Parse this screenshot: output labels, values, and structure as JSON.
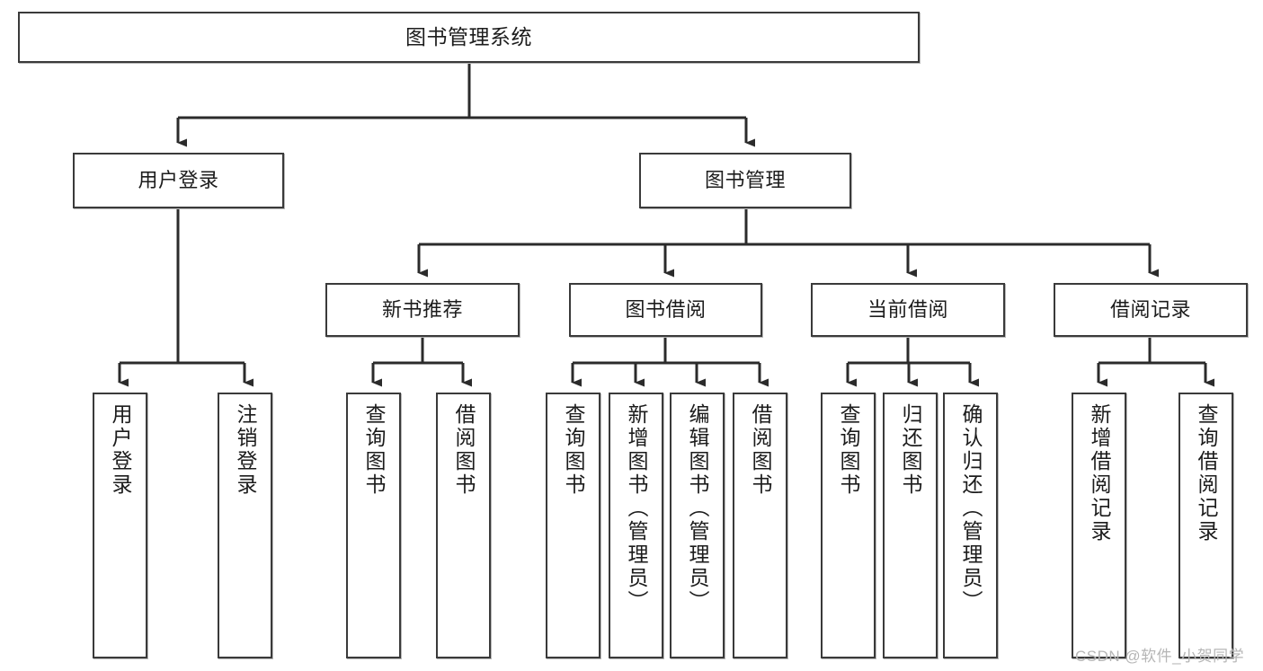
{
  "diagram": {
    "type": "tree",
    "title": "图书管理系统",
    "orientation": "top-down",
    "colors": {
      "box_border": "#3a3a3a",
      "box_fill": "#ffffff",
      "connector": "#2b2b2b",
      "text": "#1c1c1c",
      "watermark": "#b6b6b6"
    },
    "watermark": "CSDN @软件_小贺同学"
  },
  "nodes": {
    "root": {
      "label": "图书管理系统",
      "level": 1
    },
    "level2": [
      {
        "id": "user-login",
        "label": "用户登录"
      },
      {
        "id": "book-manage",
        "label": "图书管理"
      }
    ],
    "level3": [
      {
        "id": "new-book-rec",
        "label": "新书推荐",
        "parent": "book-manage"
      },
      {
        "id": "book-borrow",
        "label": "图书借阅",
        "parent": "book-manage"
      },
      {
        "id": "current-borrow",
        "label": "当前借阅",
        "parent": "book-manage"
      },
      {
        "id": "borrow-record",
        "label": "借阅记录",
        "parent": "book-manage"
      }
    ],
    "leaves": {
      "user-login": [
        {
          "id": "leaf-user-login",
          "label": "用户登录"
        },
        {
          "id": "leaf-logout",
          "label": "注销登录"
        }
      ],
      "new-book-rec": [
        {
          "id": "leaf-query-book-1",
          "label": "查询图书"
        },
        {
          "id": "leaf-borrow-book-1",
          "label": "借阅图书"
        }
      ],
      "book-borrow": [
        {
          "id": "leaf-query-book-2",
          "label": "查询图书"
        },
        {
          "id": "leaf-add-book",
          "label": "新增图书（管理员）"
        },
        {
          "id": "leaf-edit-book",
          "label": "编辑图书（管理员）"
        },
        {
          "id": "leaf-borrow-book-2",
          "label": "借阅图书"
        }
      ],
      "current-borrow": [
        {
          "id": "leaf-query-book-3",
          "label": "查询图书"
        },
        {
          "id": "leaf-return-book",
          "label": "归还图书"
        },
        {
          "id": "leaf-confirm-return",
          "label": "确认归还（管理员）"
        }
      ],
      "borrow-record": [
        {
          "id": "leaf-add-record",
          "label": "新增借阅记录"
        },
        {
          "id": "leaf-query-record",
          "label": "查询借阅记录"
        }
      ]
    }
  }
}
